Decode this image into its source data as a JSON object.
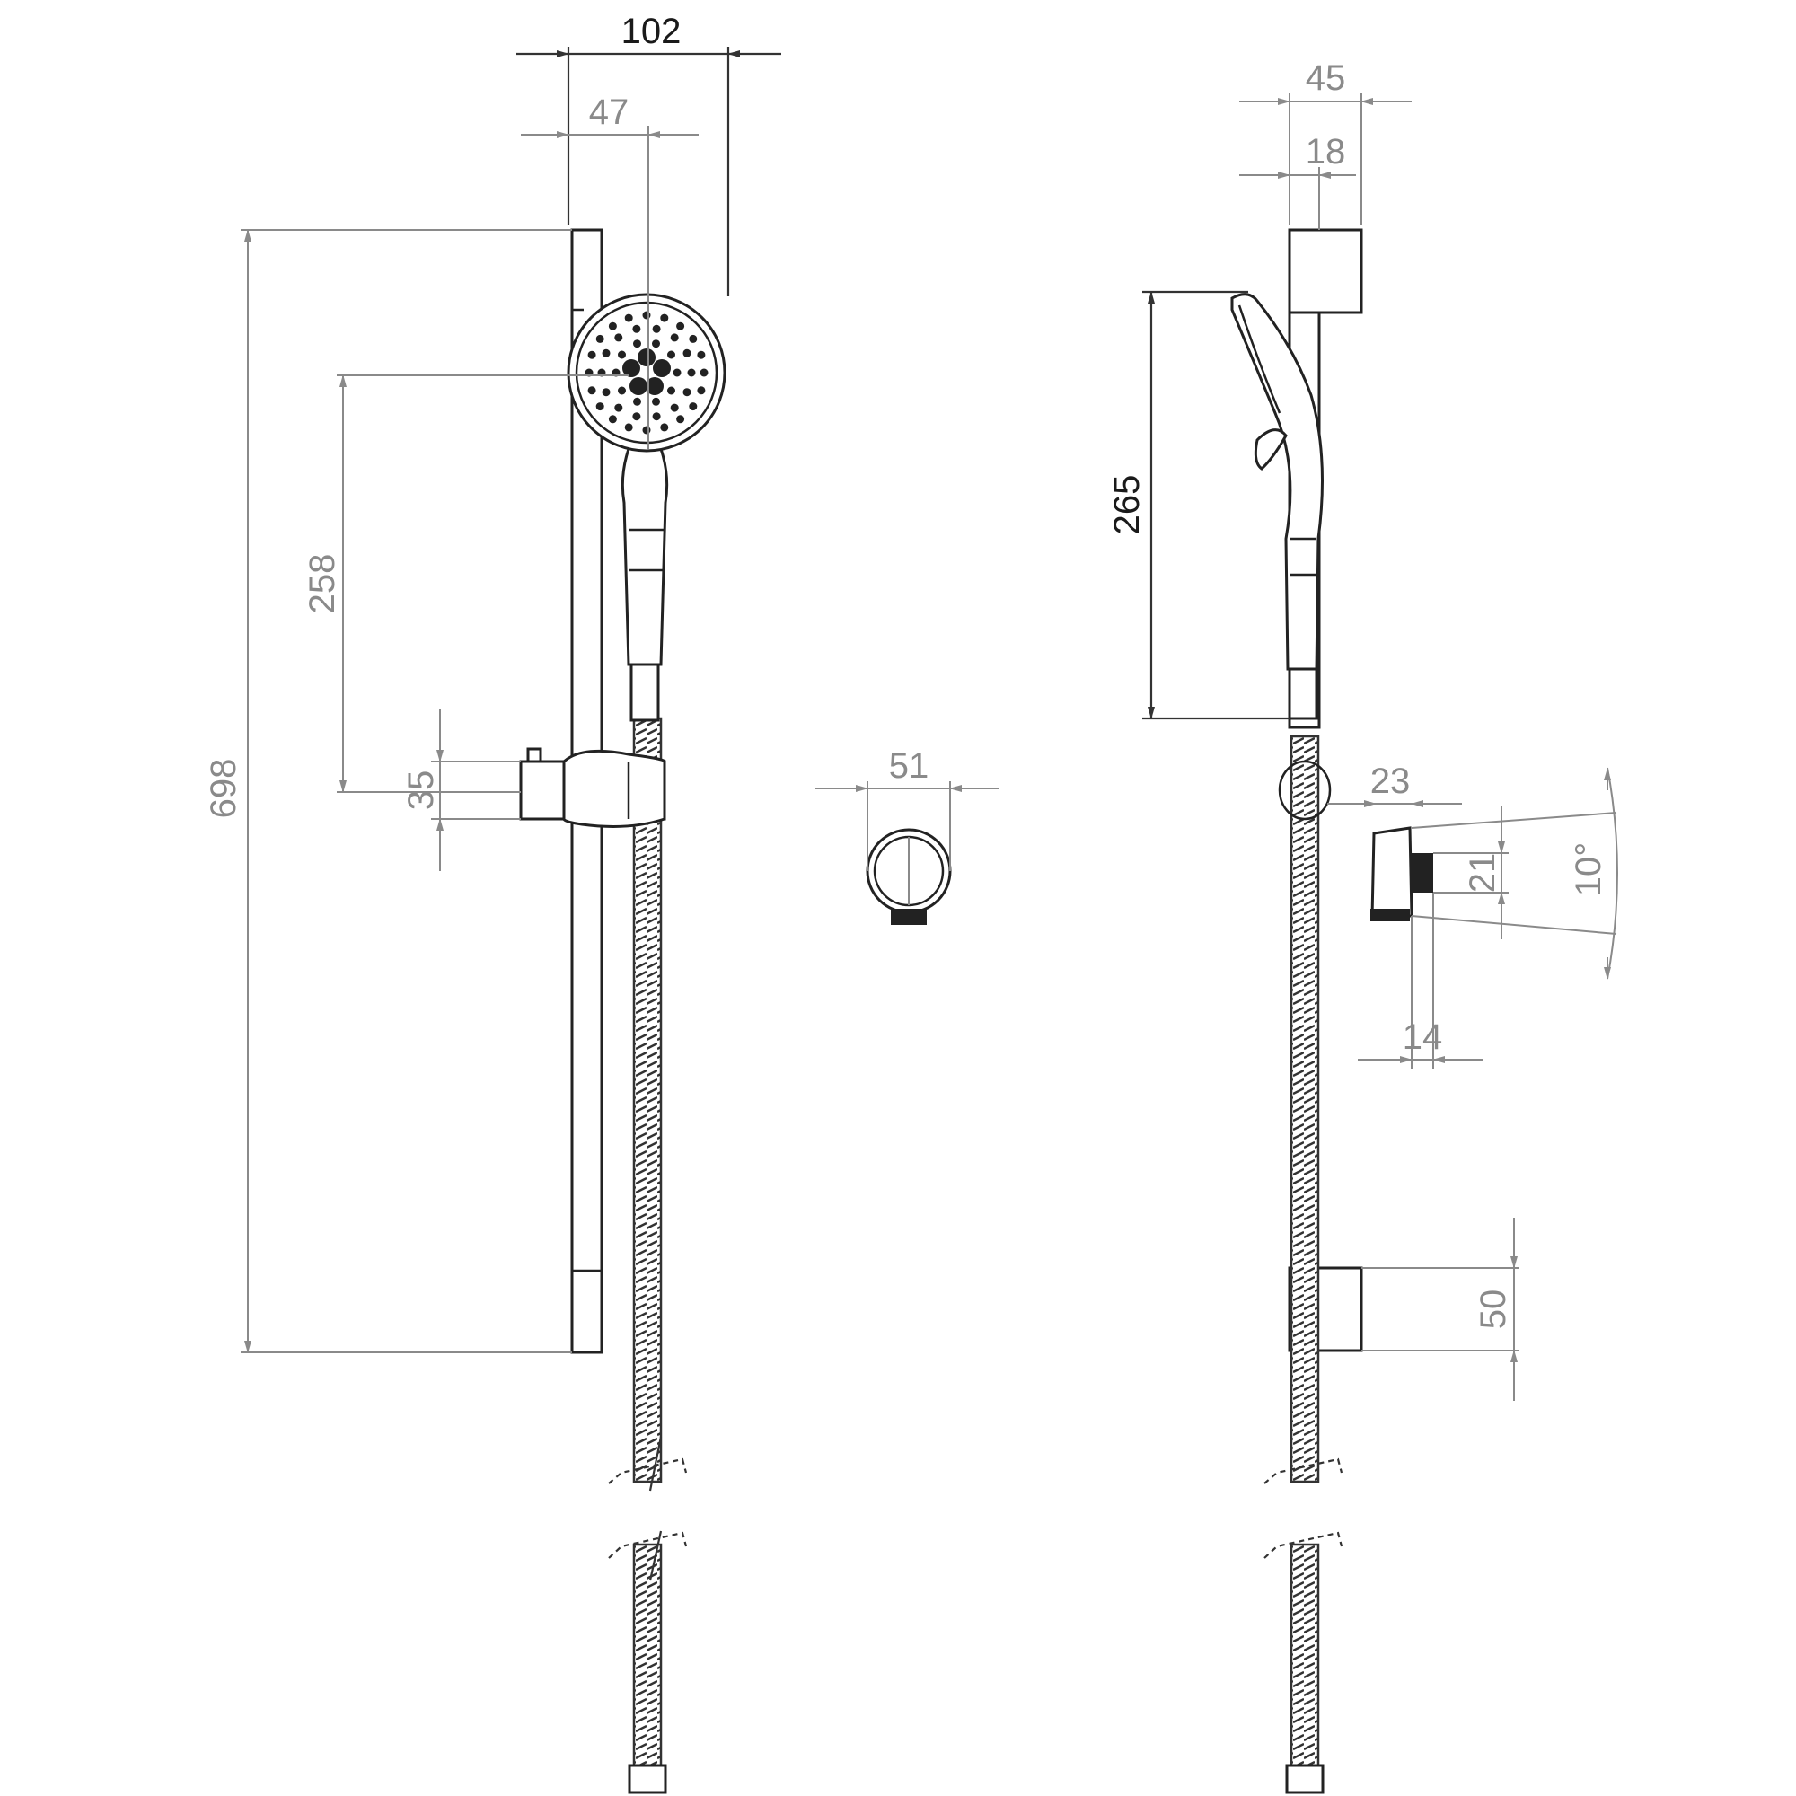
{
  "drawing": {
    "front_view": {
      "width_overall": "102",
      "head_offset": "47",
      "rail_height": "698",
      "head_to_slider": "258",
      "slider_height": "35"
    },
    "wall_outlet_view": {
      "diameter": "51"
    },
    "side_view": {
      "depth_overall": "45",
      "rail_depth": "18",
      "handset_length": "265",
      "outlet_depth": "23",
      "outlet_height": "21",
      "outlet_angle": "10°",
      "outlet_thread": "14",
      "bracket_height": "50"
    }
  }
}
